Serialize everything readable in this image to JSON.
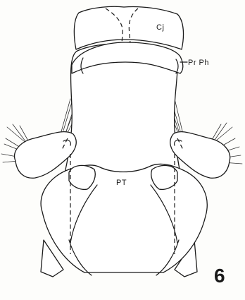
{
  "labels": {
    "cj": "Cj",
    "prph": "Pr Ph",
    "pt": "PT",
    "figure_number": "6"
  },
  "colors": {
    "ink": "#1a1a1a",
    "paper": "#fdfdfb"
  }
}
